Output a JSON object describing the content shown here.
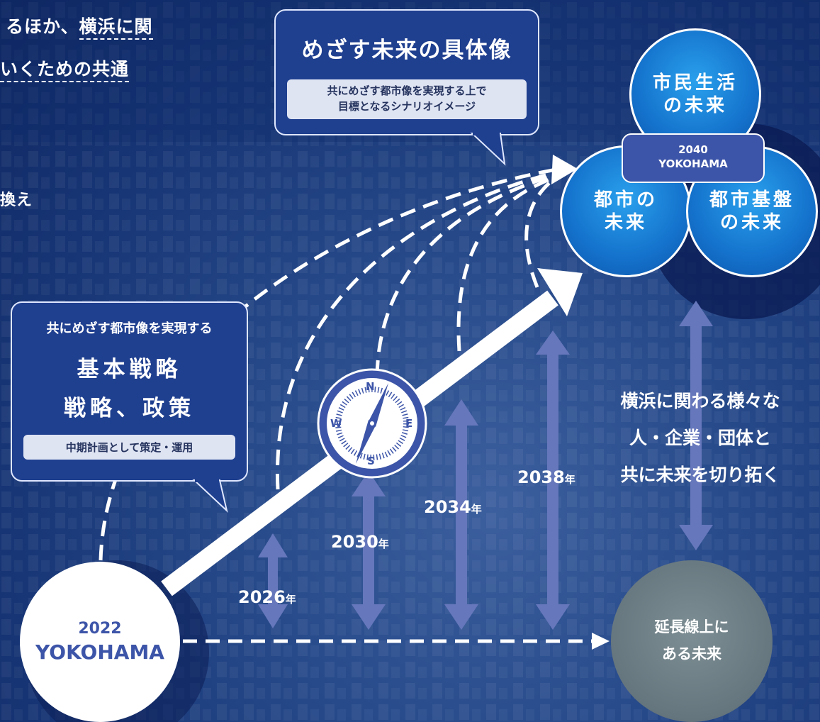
{
  "top_text": {
    "line1_prefix": "るほか、",
    "line1_emph": "横浜に関",
    "line2": "いくための共通",
    "line3": "換え"
  },
  "future_bubble": {
    "title": "めざす未来の具体像",
    "sub1": "共にめざす都市像を実現する上で",
    "sub2": "目標となるシナリオイメージ"
  },
  "strategy_bubble": {
    "head": "共にめざす都市像を実現する",
    "line1": "基本戦略",
    "line2": "戦略、政策",
    "pill": "中期計画として策定・運用"
  },
  "start": {
    "year": "2022",
    "name": "YOKOHAMA"
  },
  "target": {
    "year": "2040",
    "name": "YOKOHAMA"
  },
  "futures": {
    "citizen_l1": "市民生活",
    "citizen_l2": "の未来",
    "city_l1": "都市の",
    "city_l2": "未来",
    "infra_l1": "都市基盤",
    "infra_l2": "の未来"
  },
  "milestones": [
    {
      "num": "2026",
      "unit": "年"
    },
    {
      "num": "2030",
      "unit": "年"
    },
    {
      "num": "2034",
      "unit": "年"
    },
    {
      "num": "2038",
      "unit": "年"
    }
  ],
  "compass": {
    "n": "N",
    "s": "S",
    "e": "E",
    "w": "W"
  },
  "collab": {
    "line1": "横浜に関わる様々な",
    "line2": "人・企業・団体と",
    "line3": "共に未来を切り拓く"
  },
  "extension": {
    "line1": "延長線上に",
    "line2": "ある未来"
  },
  "colors": {
    "accent_blue": "#1472cc",
    "arrow_fill": "#6677bb",
    "bubble_bg": "#1f3f8f",
    "gray_circle": "#6c7e86"
  }
}
